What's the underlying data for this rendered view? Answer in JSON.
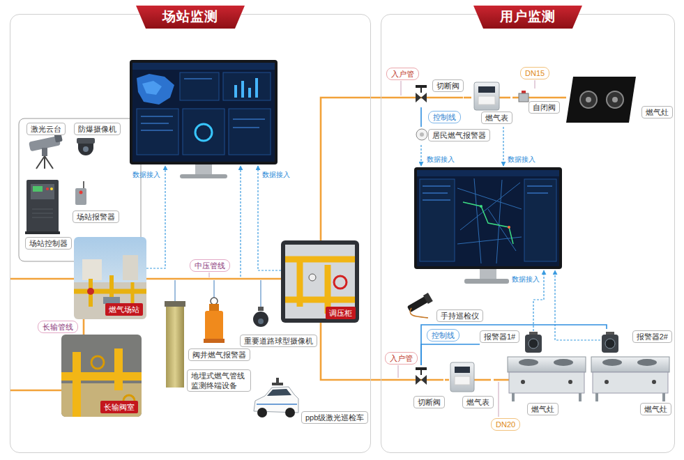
{
  "diagram": {
    "nodes": [
      {
        "text": [
          "场站监测"
        ]
      },
      {
        "text": [
          "用户监测"
        ]
      },
      {
        "text": [
          "激光云台"
        ],
        "in": 0
      },
      {
        "text": [
          "防爆摄像机"
        ],
        "in": 0
      },
      {
        "text": [
          "场站报警器"
        ],
        "in": 0
      },
      {
        "text": [
          "场站控制器"
        ],
        "in": 0
      },
      {
        "text": [
          "燃气场站"
        ],
        "in": 0
      },
      {
        "text": [
          "长输阀室"
        ],
        "in": 0
      },
      {
        "text": [
          "调压柜"
        ],
        "in": 0
      },
      {
        "text": [
          "阀井燃气报警器"
        ],
        "in": 0
      },
      {
        "text": [
          "重要道路球型摄像机"
        ],
        "in": 0
      },
      {
        "text": [
          "地埋式燃气管线监测终端设备"
        ],
        "in": 0
      },
      {
        "text": [
          "ppb级激光巡检车"
        ],
        "in": 0
      },
      {
        "text": [
          "切断阀"
        ],
        "in": 1
      },
      {
        "text": [
          "燃气表"
        ],
        "in": 1
      },
      {
        "text": [
          "自闭阀"
        ],
        "in": 1
      },
      {
        "text": [
          "燃气灶"
        ],
        "in": 1
      },
      {
        "text": [
          "居民燃气报警器"
        ],
        "in": 1
      },
      {
        "text": [
          "手持巡检仪"
        ],
        "in": 1
      },
      {
        "text": [
          "报警器1#"
        ],
        "in": 1
      },
      {
        "text": [
          "报警器2#"
        ],
        "in": 1
      },
      {
        "text": [
          "切断阀"
        ],
        "in": 1
      },
      {
        "text": [
          "燃气表"
        ],
        "in": 1
      },
      {
        "text": [
          "燃气灶"
        ],
        "in": 1
      },
      {
        "text": [
          "燃气灶"
        ],
        "in": 1
      }
    ],
    "edges": [
      {
        "from": 6,
        "to": 8,
        "label": "中压管线",
        "arrow": "none"
      },
      {
        "from": 6,
        "to": 7,
        "label": "长输管线",
        "arrow": "none"
      },
      {
        "from": 8,
        "to": 13,
        "arrow": "none"
      },
      {
        "from": 8,
        "to": 21,
        "arrow": "none"
      },
      {
        "from": 13,
        "to": 14,
        "arrow": "none"
      },
      {
        "from": 14,
        "to": 15,
        "arrow": "none"
      },
      {
        "from": 15,
        "to": 16,
        "arrow": "none"
      },
      {
        "from": 13,
        "to": 17,
        "label": "控制线",
        "arrow": "none"
      },
      {
        "from": 21,
        "to": 22,
        "arrow": "none"
      },
      {
        "from": 22,
        "to": 23,
        "arrow": "none"
      },
      {
        "from": 19,
        "to": 21,
        "label": "控制线",
        "arrow": "none"
      },
      {
        "from": 20,
        "to": 21,
        "arrow": "none"
      }
    ],
    "labels": [
      "数据接入",
      "数据接入",
      "入户管",
      "DN15",
      "数据接入",
      "数据接入",
      "数据接入",
      "入户管",
      "DN20"
    ]
  }
}
